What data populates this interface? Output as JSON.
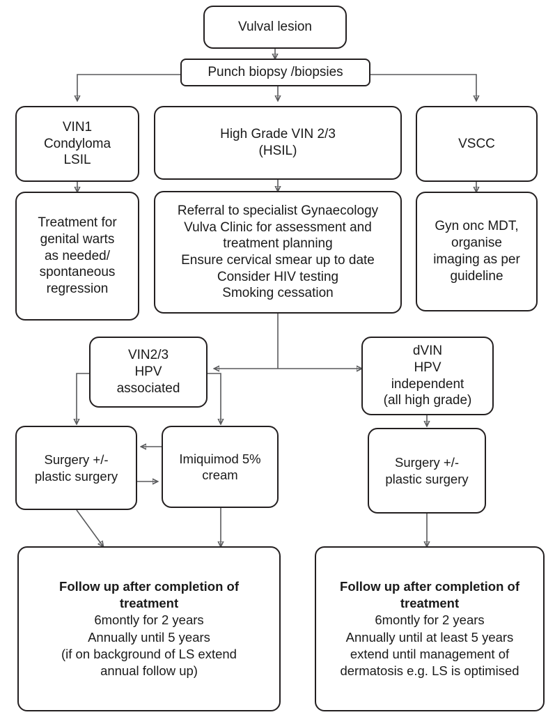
{
  "diagram": {
    "title": "Vulval lesion management flowchart",
    "colors": {
      "box_border": "#231f20",
      "connector": "#58595b",
      "background": "#ffffff",
      "text": "#1a1a1a"
    },
    "nodes": {
      "vulval_lesion": "Vulval lesion",
      "punch_biopsy": "Punch biopsy /biopsies",
      "vin1": "VIN1\nCondyloma\nLSIL",
      "high_grade": "High Grade VIN 2/3\n(HSIL)",
      "vscc": "VSCC",
      "genital_warts": "Treatment for\ngenital warts\nas needed/\nspontaneous\nregression",
      "referral": "Referral to specialist Gynaecology\nVulva Clinic for assessment and\ntreatment planning\nEnsure cervical smear up to date\nConsider HIV testing\nSmoking cessation",
      "gyn_onc": "Gyn onc MDT,\norganise\nimaging as per\nguideline",
      "vin23_hpv": "VIN2/3\nHPV\nassociated",
      "dvin": "dVIN\nHPV\nindependent\n(all high grade)",
      "surgery_left": "Surgery +/-\nplastic surgery",
      "imiquimod": "Imiquimod 5%\ncream",
      "surgery_right": "Surgery +/-\nplastic surgery",
      "followup_left_heading": "Follow up after completion of\ntreatment",
      "followup_left_body": "6montly for 2 years\nAnnually until 5 years\n(if on background of LS extend\nannual follow up)",
      "followup_right_heading": "Follow up after completion of\ntreatment",
      "followup_right_body": "6montly for 2 years\nAnnually until at least 5 years\nextend until management of\ndermatosis e.g. LS is optimised"
    },
    "edges": [
      {
        "from": "vulval_lesion",
        "to": "punch_biopsy",
        "style": "straight-down"
      },
      {
        "from": "punch_biopsy",
        "to": "vin1",
        "style": "elbow-left"
      },
      {
        "from": "punch_biopsy",
        "to": "high_grade",
        "style": "straight-down"
      },
      {
        "from": "punch_biopsy",
        "to": "vscc",
        "style": "elbow-right"
      },
      {
        "from": "vin1",
        "to": "genital_warts",
        "style": "straight-down"
      },
      {
        "from": "high_grade",
        "to": "referral",
        "style": "straight-down"
      },
      {
        "from": "vscc",
        "to": "gyn_onc",
        "style": "straight-down"
      },
      {
        "from": "referral",
        "to": "vin23_hpv",
        "style": "split-left"
      },
      {
        "from": "referral",
        "to": "dvin",
        "style": "split-right"
      },
      {
        "from": "vin23_hpv",
        "to": "surgery_left",
        "style": "elbow-left"
      },
      {
        "from": "vin23_hpv",
        "to": "imiquimod",
        "style": "elbow-right"
      },
      {
        "from": "imiquimod",
        "to": "surgery_left",
        "style": "horizontal-left"
      },
      {
        "from": "surgery_left",
        "to": "imiquimod",
        "style": "horizontal-right"
      },
      {
        "from": "dvin",
        "to": "surgery_right",
        "style": "straight-down"
      },
      {
        "from": "surgery_left",
        "to": "followup_left",
        "style": "straight-down"
      },
      {
        "from": "imiquimod",
        "to": "followup_left",
        "style": "straight-down"
      },
      {
        "from": "surgery_right",
        "to": "followup_right",
        "style": "straight-down"
      }
    ]
  }
}
